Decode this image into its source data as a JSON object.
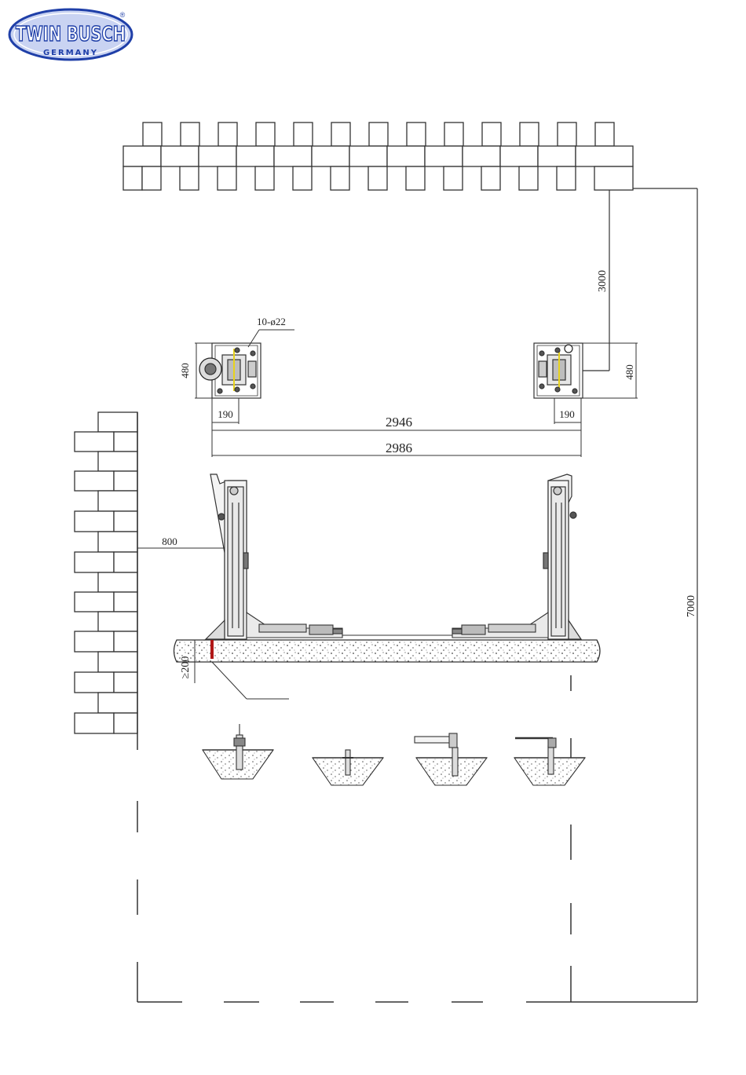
{
  "logo": {
    "brand": "TWIN BUSCH",
    "sub": "GERMANY",
    "reg": "®",
    "color": "#1f3fa8",
    "fill": "#c9d3f2"
  },
  "dimensions": {
    "bolts": "10-ø22",
    "base_height_left": "480",
    "base_height_right": "480",
    "base_width_left": "190",
    "base_width_right": "190",
    "inner_width": "2946",
    "outer_width": "2986",
    "wall_clearance_front": "3000",
    "wall_clearance_side": "800",
    "total_length": "7000",
    "floor_depth": "≥200"
  },
  "colors": {
    "line": "#333333",
    "marker": "#b01818",
    "bolt_highlight": "#e8d21c"
  }
}
